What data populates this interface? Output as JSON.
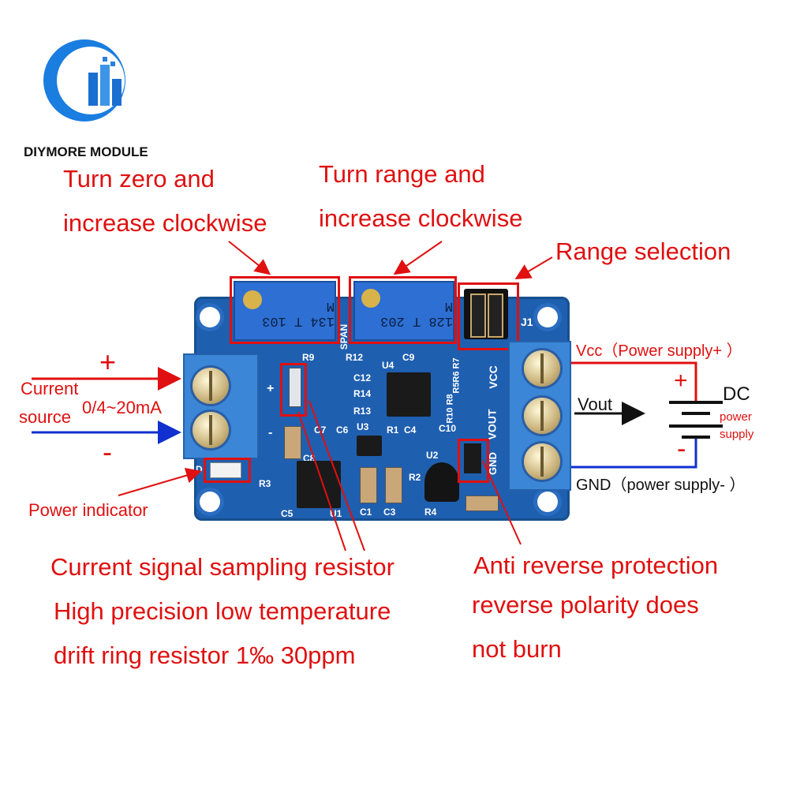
{
  "brand": {
    "name": "DIYMORE MODULE"
  },
  "labels": {
    "zero_line1": "Turn zero and",
    "zero_line2": "increase clockwise",
    "range_line1": "Turn range and",
    "range_line2": "increase clockwise",
    "range_selection": "Range selection",
    "plus": "+",
    "minus": "-",
    "current_source_line1": "Current",
    "current_source_line2": "source",
    "current_range": "0/4~20mA",
    "power_indicator": "Power indicator",
    "vcc": "Vcc（Power supply+ ）",
    "vout": "Vout",
    "dc": "DC",
    "dc_sub1": "power",
    "dc_sub2": "supply",
    "gnd": "GND（power supply- ）",
    "batt_plus": "+",
    "batt_minus": "-",
    "sampling_line1": "Current signal sampling resistor",
    "sampling_line2": "High precision low temperature",
    "sampling_line3": "drift ring resistor 1‰ 30ppm",
    "anti_line1": "Anti reverse protection",
    "anti_line2": "reverse polarity does",
    "anti_line3": "not burn"
  },
  "silkscreen": {
    "pot1_code": "134 T  103 M",
    "pot2_code": "128 T  203 M",
    "span": "SPAN",
    "j1": "J1",
    "r9": "R9",
    "r12": "R12",
    "c9": "C9",
    "u4": "U4",
    "c12": "C12",
    "r14": "R14",
    "r13": "R13",
    "r5r6r7": "R5R6 R7",
    "r10r8": "R10 R8",
    "c10": "C10",
    "u3": "U3",
    "r1": "R1",
    "c4": "C4",
    "c7": "C7",
    "c6": "C6",
    "c8": "C8",
    "r3": "R3",
    "c5": "C5",
    "u1": "U1",
    "c1": "C1",
    "c3": "C3",
    "r4": "R4",
    "r2": "R2",
    "u2": "U2",
    "vcc_pcb": "VCC",
    "vout_pcb": "VOUT",
    "gnd_pcb": "GND",
    "pcb_plus": "+",
    "pcb_minus": "-",
    "d": "D"
  },
  "colors": {
    "annotation": "#e01010",
    "pcb": "#1f5fb0",
    "wire_red": "#e01010",
    "wire_blue": "#1030d0",
    "logo_blue": "#1a7de0"
  }
}
